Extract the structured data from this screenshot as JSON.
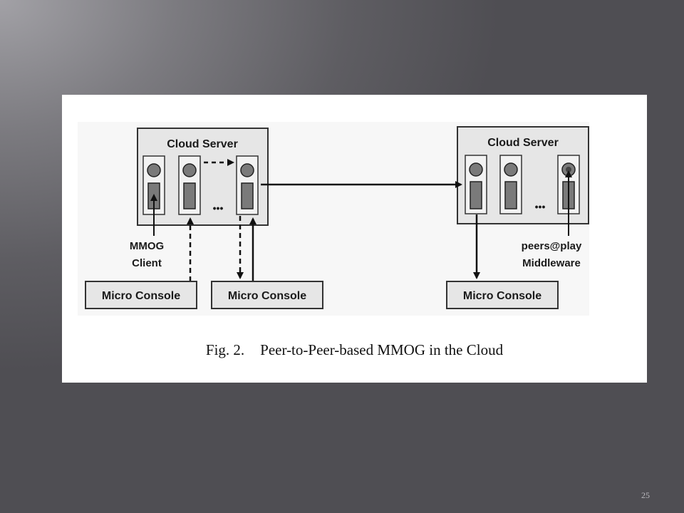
{
  "figure": {
    "left_server_label": "Cloud Server",
    "right_server_label": "Cloud Server",
    "ellipsis": "•••",
    "mmog_client_line1": "MMOG",
    "mmog_client_line2": "Client",
    "middleware_line1": "peers@play",
    "middleware_line2": "Middleware",
    "console_1": "Micro Console",
    "console_2": "Micro Console",
    "console_3": "Micro Console",
    "caption_label": "Fig. 2.",
    "caption_text": "Peer-to-Peer-based MMOG in the Cloud"
  },
  "slide": {
    "number": "25"
  },
  "colors": {
    "box_fill": "#e6e6e6",
    "module_fill": "#f2f2f2",
    "component_fill": "#7a7a7a",
    "line": "#111111"
  },
  "icons": [
    "arrow-icon",
    "dashed-arrow-icon"
  ]
}
